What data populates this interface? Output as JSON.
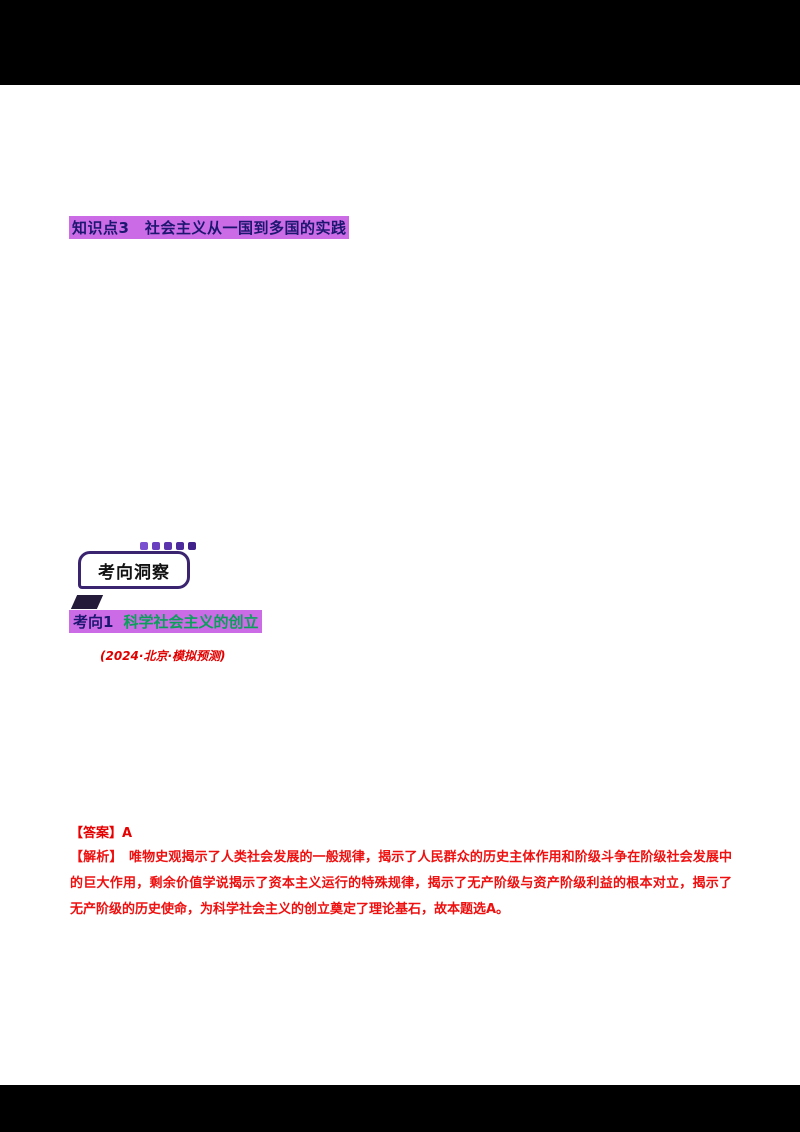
{
  "document": {
    "knowledge_point": {
      "label": "知识点3　社会主义从一国到多国的实践",
      "highlight_color": "#cb6ce6",
      "text_color": "#1c1670"
    },
    "badge": {
      "label": "考向洞察",
      "border_color": "#3a2470",
      "square_color": "#7a4fd0"
    },
    "kaoxiang": {
      "number": "考向1",
      "title": "科学社会主义的创立",
      "highlight_color": "#cb6ce6",
      "number_color": "#1c1670",
      "title_color": "#0aa05a"
    },
    "source": "(2024·北京·模拟预测)",
    "answer": {
      "label": "【答案】A",
      "analysis": "【解析】　唯物史观揭示了人类社会发展的一般规律，揭示了人民群众的历史主体作用和阶级斗争在阶级社会发展中的巨大作用，剩余价值学说揭示了资本主义运行的特殊规律，揭示了无产阶级与资产阶级利益的根本对立，揭示了无产阶级的历史使命，为科学社会主义的创立奠定了理论基石，故本题选A。",
      "color": "#e60000"
    }
  }
}
